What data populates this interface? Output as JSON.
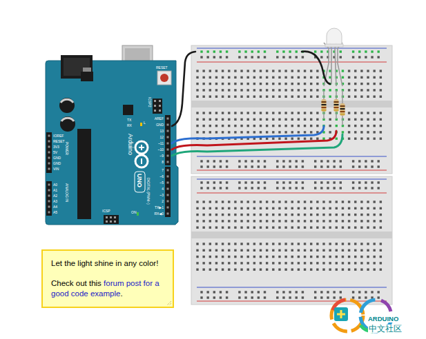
{
  "diagram": {
    "nodes": [
      {
        "text": [
          "Let the light shine in any color!",
          "Check out this",
          "forum post for a good code example",
          "."
        ]
      }
    ],
    "labels": [
      "RESET",
      "ICSP2",
      "AREF",
      "GND",
      "13",
      "12",
      "~11",
      "~10",
      "~9",
      "8",
      "7",
      "~6",
      "~5",
      "4",
      "~3",
      "2",
      "TX▶1",
      "RX◀0",
      "DIGITAL (PWM~)",
      "IOREF",
      "RESET",
      "3V3",
      "5V",
      "GND",
      "GND",
      "VIN",
      "POWER",
      "A0",
      "A1",
      "A2",
      "A3",
      "A4",
      "A5",
      "ANALOG IN",
      "L",
      "TX",
      "RX",
      "Arduino",
      "UNO",
      "ICSP",
      "ON",
      "ARDUINO",
      "中文社区"
    ]
  }
}
